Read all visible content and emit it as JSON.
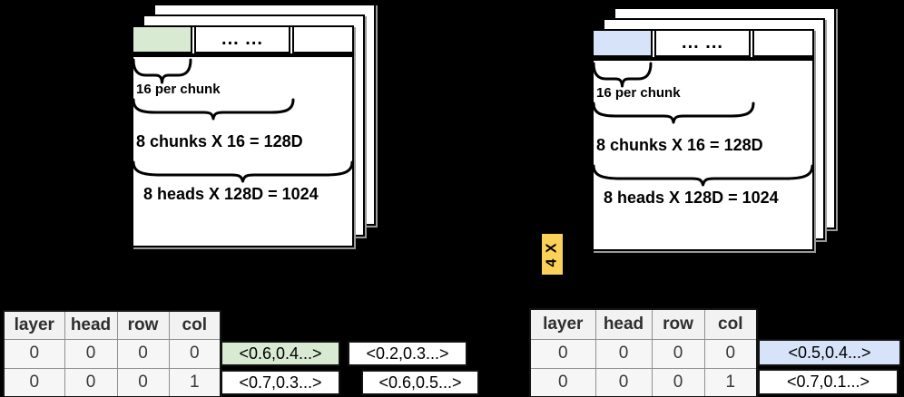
{
  "left_stack": {
    "chunk_color": "#d9ead3",
    "dots": "... ...",
    "brace1_label": "16 per chunk",
    "brace2_label": "8 chunks X 16 = 128D",
    "brace3_label": "8 heads X 128D = 1024"
  },
  "right_stack": {
    "chunk_color": "#d7e3f8",
    "dots": "... ...",
    "brace1_label": "16 per chunk",
    "brace2_label": "8 chunks X 16 = 128D",
    "brace3_label": "8 heads X 128D = 1024"
  },
  "multiplier": {
    "label": "4 X",
    "color": "#fcd15a"
  },
  "left_table": {
    "headers": [
      "layer",
      "head",
      "row",
      "col"
    ],
    "rows": [
      [
        "0",
        "0",
        "0",
        "0"
      ],
      [
        "0",
        "0",
        "0",
        "1"
      ]
    ],
    "vectors": [
      [
        "<0.6,0.4...>",
        "<0.2,0.3...>"
      ],
      [
        "<0.7,0.3...>",
        "<0.6,0.5...>"
      ]
    ]
  },
  "right_table": {
    "headers": [
      "layer",
      "head",
      "row",
      "col"
    ],
    "rows": [
      [
        "0",
        "0",
        "0",
        "0"
      ],
      [
        "0",
        "0",
        "0",
        "1"
      ]
    ],
    "vectors": [
      [
        "<0.5,0.4...>"
      ],
      [
        "<0.7,0.1...>"
      ]
    ]
  }
}
